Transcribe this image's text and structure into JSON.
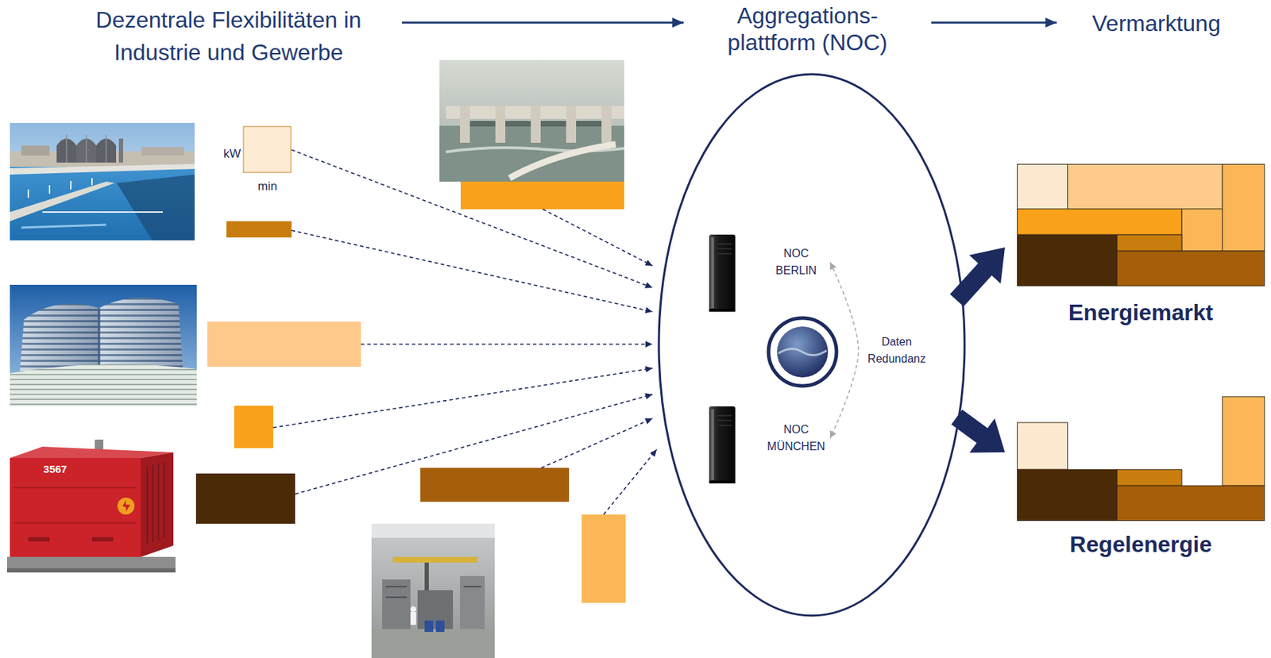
{
  "diagram": {
    "nodes": [
      {
        "text": [
          "Dezentrale Flexibilitäten in Industrie und Gewerbe"
        ]
      },
      {
        "text": [
          "Aggregations- plattform (NOC)"
        ]
      },
      {
        "text": [
          "Vermarktung"
        ]
      },
      {
        "text": [
          "NOC BERLIN"
        ]
      },
      {
        "text": [
          "NOC MÜNCHEN"
        ]
      }
    ],
    "edges": [
      {
        "from": 0,
        "to": 1,
        "arrow": "to"
      },
      {
        "from": 1,
        "to": 2,
        "arrow": "to"
      },
      {
        "from": 3,
        "to": 4,
        "label": "Daten Redundanz",
        "arrow": "both"
      }
    ],
    "labels": [
      "kW",
      "min",
      "3567",
      "Energiemarkt",
      "Regelenergie"
    ]
  }
}
